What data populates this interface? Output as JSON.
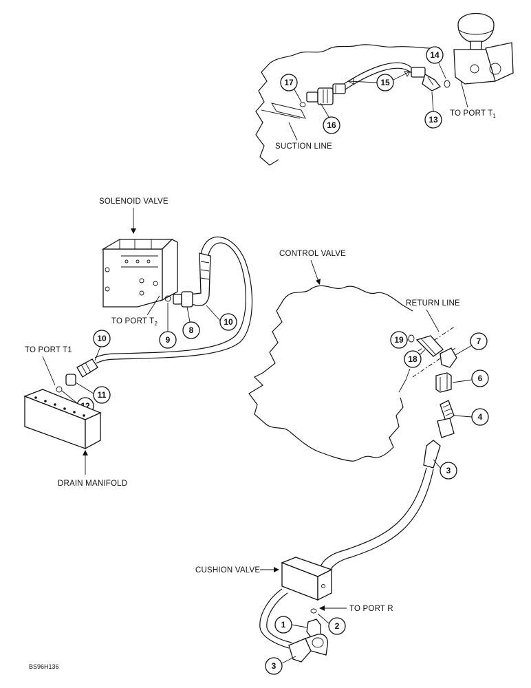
{
  "labels": {
    "suction_line": "SUCTION LINE",
    "to_port_t1_top": "TO PORT T",
    "to_port_t1_top_sub": "1",
    "solenoid_valve": "SOLENOID VALVE",
    "to_port_t2": "TO PORT T",
    "to_port_t2_sub": "2",
    "control_valve": "CONTROL VALVE",
    "return_line": "RETURN LINE",
    "to_port_t1_left": "TO PORT T1",
    "drain_manifold": "DRAIN MANIFOLD",
    "cushion_valve": "CUSHION VALVE",
    "to_port_r": "TO PORT R",
    "figure_code": "BS96H136"
  },
  "callouts": {
    "c17": "17",
    "c16": "16",
    "c15": "15",
    "c14": "14",
    "c13": "13",
    "c10a": "10",
    "c10b": "10",
    "c9": "9",
    "c8": "8",
    "c11": "11",
    "c12": "12",
    "c19": "19",
    "c18": "18",
    "c7": "7",
    "c6": "6",
    "c4": "4",
    "c3a": "3",
    "c3b": "3",
    "c2": "2",
    "c1": "1"
  }
}
